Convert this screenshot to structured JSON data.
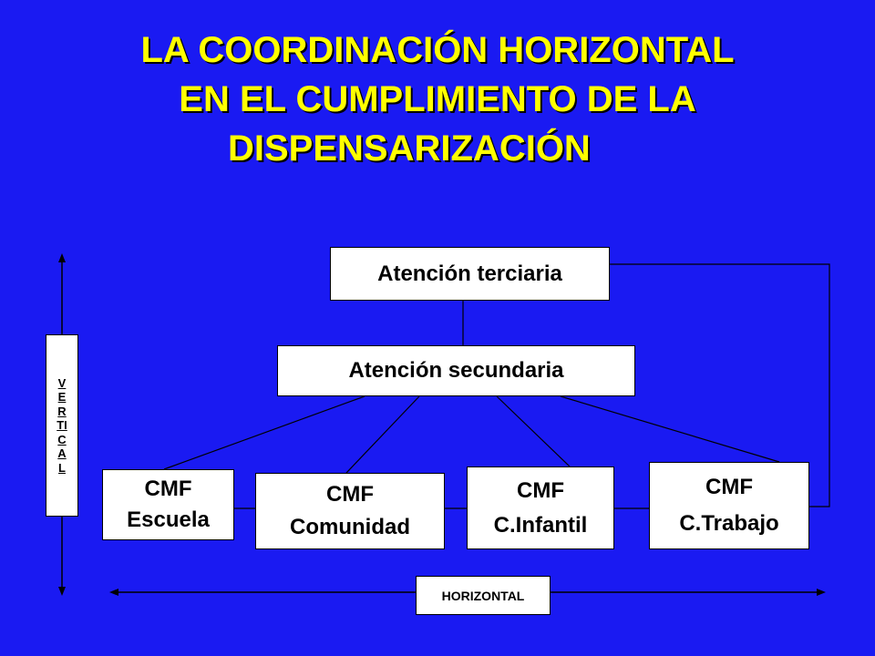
{
  "title": {
    "line1": "LA COORDINACIÓN HORIZONTAL",
    "line2": "EN EL CUMPLIMIENTO DE LA",
    "line3": "DISPENSARIZACIÓN"
  },
  "nodes": {
    "terciaria": "Atención terciaria",
    "secundaria": "Atención secundaria",
    "escuela": {
      "line1": "CMF",
      "line2": "Escuela"
    },
    "comunidad": {
      "line1": "CMF",
      "line2": "Comunidad"
    },
    "infantil": {
      "line1": "CMF",
      "line2": "C.Infantil"
    },
    "trabajo": {
      "line1": "CMF",
      "line2": "C.Trabajo"
    }
  },
  "axes": {
    "vertical": "VERTICAL",
    "horizontal": "HORIZONTAL"
  },
  "colors": {
    "background": "#1a1af2",
    "title": "#ffff00",
    "box": "#ffffff"
  }
}
